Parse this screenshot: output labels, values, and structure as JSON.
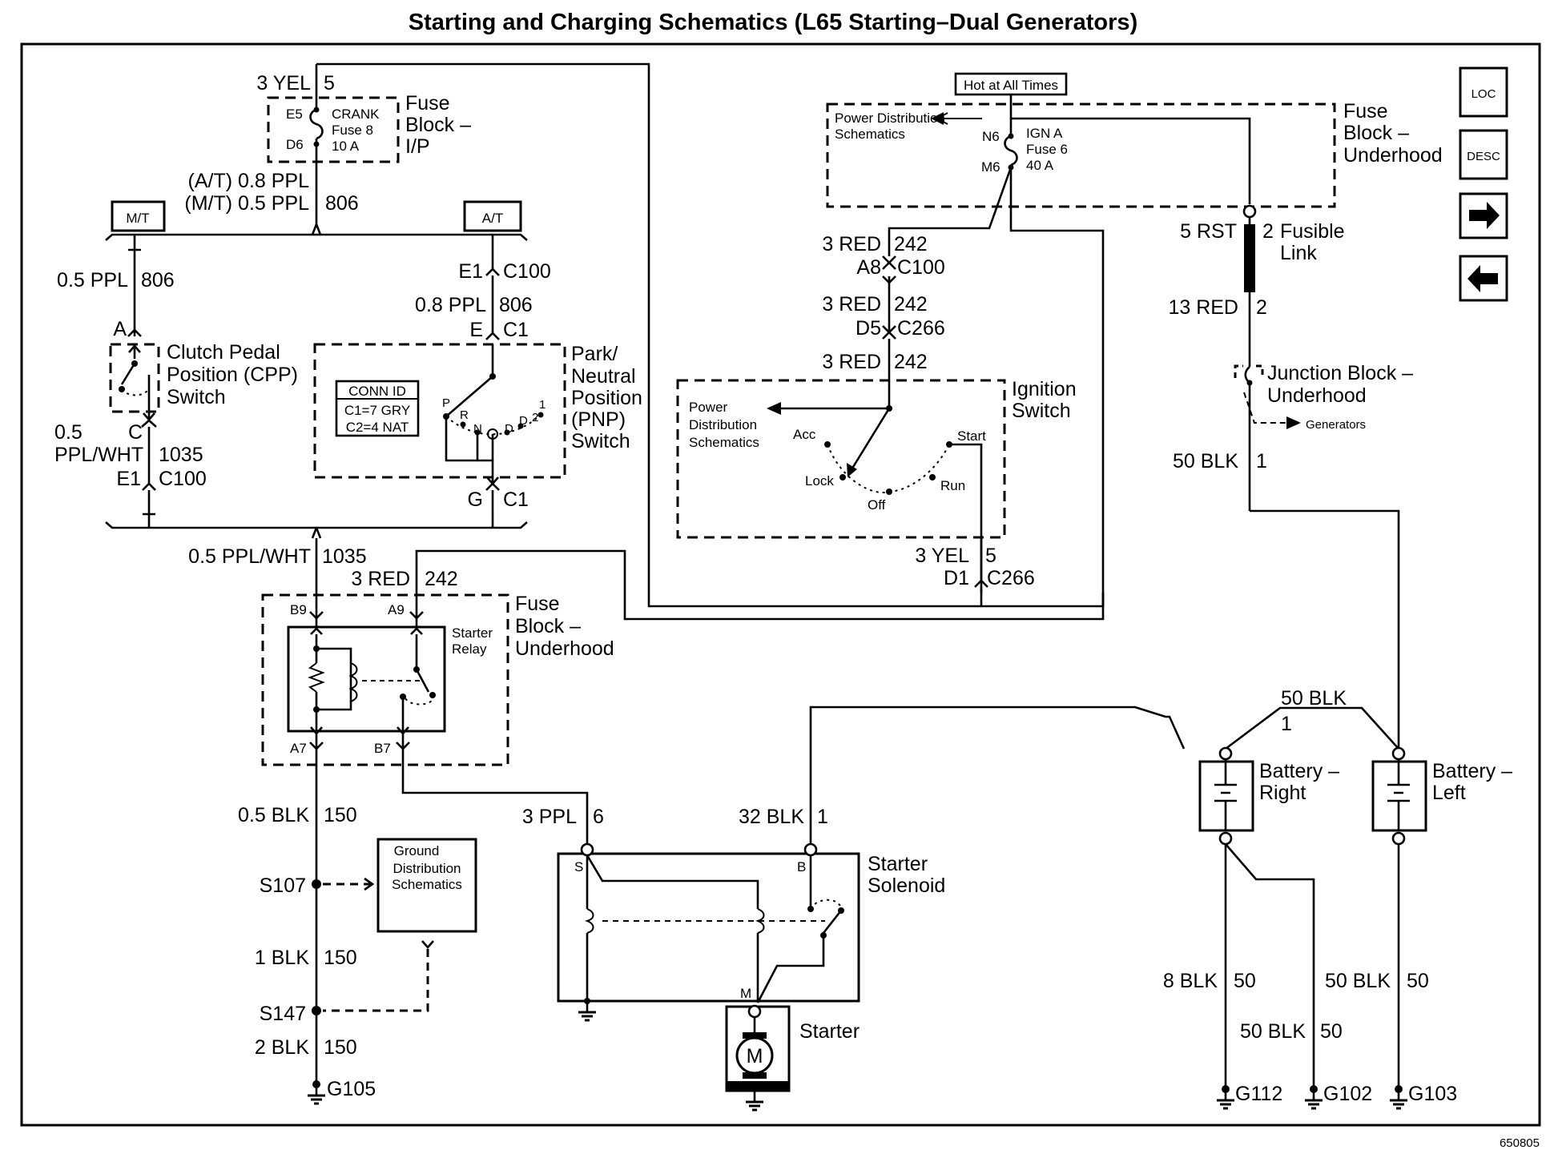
{
  "title": "Starting and Charging Schematics (L65 Starting–Dual Generators)",
  "figure_number": "650805",
  "nav": {
    "loc": "LOC",
    "desc": "DESC",
    "next": "next",
    "prev": "previous"
  },
  "banners": {
    "mt": "M/T",
    "at": "A/T",
    "hot": "Hot at All Times"
  },
  "ip_fuse": {
    "wire_top": "3 YEL",
    "circuit_top": "5",
    "pin_e": "E5",
    "pin_d": "D6",
    "fuse_name": "CRANK",
    "fuse_num": "Fuse 8",
    "fuse_amp": "10 A",
    "block": [
      "Fuse",
      "Block –",
      "I/P"
    ],
    "wire_at": "(A/T) 0.8 PPL",
    "wire_mt": "(M/T) 0.5 PPL",
    "circuit": "806"
  },
  "clutch": {
    "wire": "0.5 PPL",
    "circuit": "806",
    "pin_a": "A",
    "pin_c": "C",
    "name": [
      "Clutch Pedal",
      "Position (CPP)",
      "Switch"
    ],
    "wire_out_1": "0.5",
    "wire_out_2": "PPL/WHT",
    "circuit_out": "1035",
    "conn_pin": "E1",
    "conn": "C100"
  },
  "pnp": {
    "conn_pin_top": "E1",
    "conn_top": "C100",
    "wire": "0.8 PPL",
    "circuit": "806",
    "pin_e": "E",
    "conn_c1": "C1",
    "pin_g": "G",
    "conn_c1_bottom": "C1",
    "name": [
      "Park/",
      "Neutral",
      "Position",
      "(PNP)",
      "Switch"
    ],
    "conn_id_title": "CONN ID",
    "conn_id_1": "C1=7 GRY",
    "conn_id_2": "C2=4 NAT",
    "positions": [
      "P",
      "R",
      "N",
      "D",
      "D",
      "2",
      "1"
    ]
  },
  "relay": {
    "wire_in": "0.5 PPL/WHT",
    "circuit_in": "1035",
    "wire_red": "3 RED",
    "circuit_red": "242",
    "pin_b9": "B9",
    "pin_a9": "A9",
    "pin_a7": "A7",
    "pin_b7": "B7",
    "name": [
      "Starter",
      "Relay"
    ],
    "block": [
      "Fuse",
      "Block –",
      "Underhood"
    ],
    "wire_out": "0.5 BLK",
    "circuit_out": "150"
  },
  "ground": {
    "splice_1": "S107",
    "splice_2": "S147",
    "wire_1": "1 BLK",
    "wire_2": "2 BLK",
    "circuit": "150",
    "ground": "G105",
    "schem": [
      "Ground",
      "Distribution",
      "Schematics"
    ]
  },
  "uh_fuse": {
    "pds": [
      "Power Distribution",
      "Schematics"
    ],
    "pin_n": "N6",
    "pin_m": "M6",
    "fuse_name": "IGN A",
    "fuse_num": "Fuse 6",
    "fuse_amp": "40 A",
    "block": [
      "Fuse",
      "Block –",
      "Underhood"
    ]
  },
  "ign_wiring": {
    "wire": "3 RED",
    "circuit": "242",
    "pin_a8": "A8",
    "conn_c100": "C100",
    "pin_d5": "D5",
    "conn_c266": "C266"
  },
  "ignition": {
    "pds": [
      "Power",
      "Distribution",
      "Schematics"
    ],
    "name": [
      "Ignition",
      "Switch"
    ],
    "acc": "Acc",
    "lock": "Lock",
    "off": "Off",
    "run": "Run",
    "start": "Start",
    "wire_out": "3 YEL",
    "circuit_out": "5",
    "pin_d1": "D1",
    "conn": "C266"
  },
  "fusible": {
    "wire_top": "5 RST",
    "circuit_top": "2",
    "name": [
      "Fusible",
      "Link"
    ],
    "wire_bottom": "13 RED",
    "circuit_bottom": "2",
    "jb": [
      "Junction Block –",
      "Underhood"
    ],
    "gen": "Generators",
    "wire_out": "50 BLK",
    "circuit_out": "1"
  },
  "batteries": {
    "wire_top": "50 BLK",
    "circuit_top": "1",
    "right": [
      "Battery –",
      "Right"
    ],
    "left": [
      "Battery –",
      "Left"
    ],
    "wire_g112": "8 BLK",
    "circuit_g112": "50",
    "wire_g102": "50 BLK",
    "circuit_g102": "50",
    "wire_g103": "50 BLK",
    "circuit_g103": "50",
    "g112": "G112",
    "g102": "G102",
    "g103": "G103"
  },
  "starter": {
    "wire_s": "3 PPL",
    "circuit_s": "6",
    "wire_b": "32 BLK",
    "circuit_b": "1",
    "term_s": "S",
    "term_b": "B",
    "term_m": "M",
    "solenoid": [
      "Starter",
      "Solenoid"
    ],
    "motor": "Starter",
    "motor_symbol": "M"
  }
}
